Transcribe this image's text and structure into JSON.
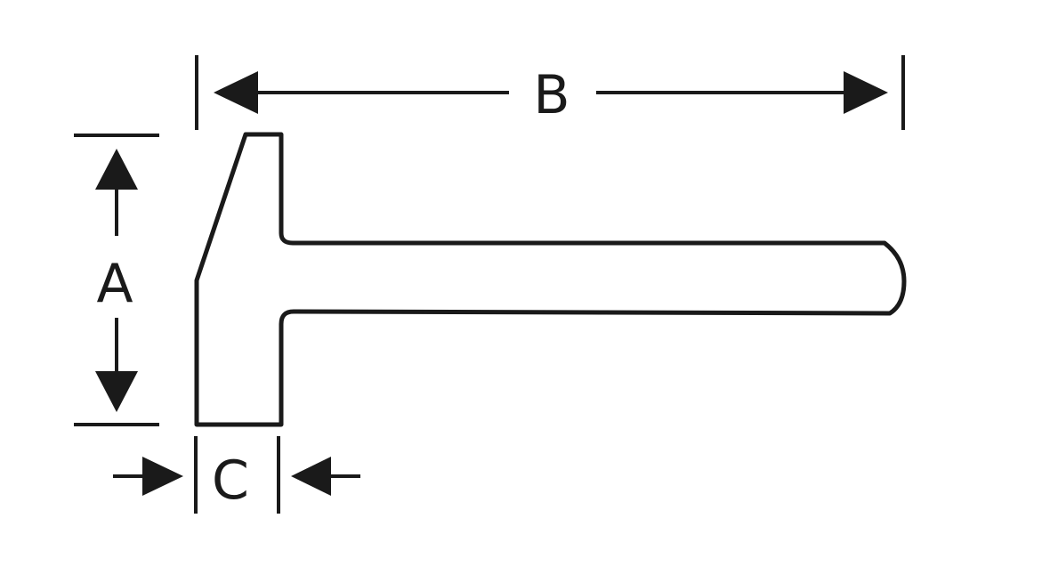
{
  "diagram": {
    "subject": "hammer-dimensions",
    "labels": {
      "height": "A",
      "length": "B",
      "head_width": "C"
    },
    "colors": {
      "line": "#1a1a1a",
      "background": "#ffffff"
    }
  }
}
